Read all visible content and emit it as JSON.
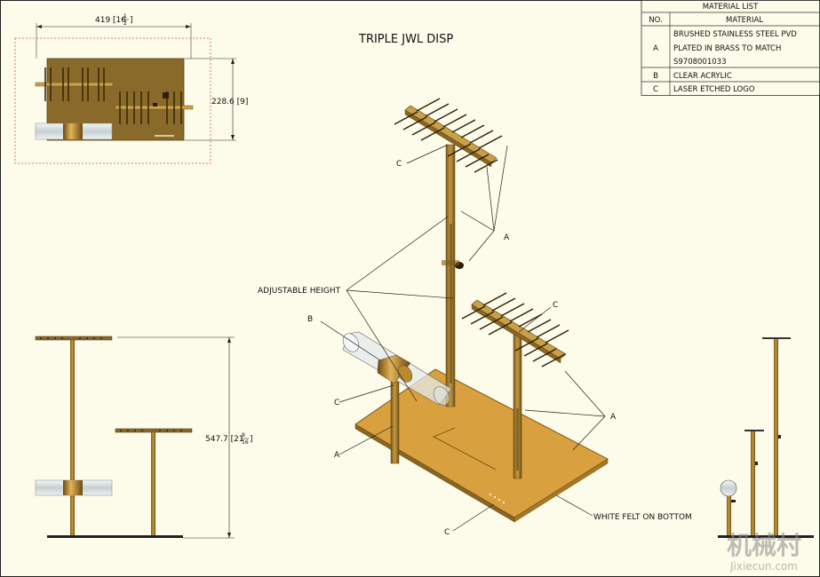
{
  "drawing": {
    "title": "TRIPLE JWL DISP",
    "labels": {
      "adjustable_height": "ADJUSTABLE HEIGHT",
      "white_felt": "WHITE FELT ON BOTTOM",
      "a": "A",
      "b": "B",
      "c": "C"
    },
    "dims": {
      "width_main": "419 [16",
      "width_frac_num": "1",
      "width_frac_den": "2",
      "width_close": "]",
      "depth": "228.6 [9]",
      "height_main": "547.7 [21",
      "height_frac_num": "9",
      "height_frac_den": "16",
      "height_close": "]"
    }
  },
  "material_list": {
    "title": "MATERIAL LIST",
    "col_no": "NO.",
    "col_material": "MATERIAL",
    "rows": [
      {
        "no": "A",
        "lines": [
          "BRUSHED STAINLESS STEEL PVD",
          "PLATED IN BRASS TO MATCH",
          "S9708001033"
        ]
      },
      {
        "no": "B",
        "lines": [
          "CLEAR ACRYLIC"
        ]
      },
      {
        "no": "C",
        "lines": [
          "LASER ETCHED LOGO"
        ]
      }
    ]
  },
  "watermark": {
    "cn": "机械村",
    "url": "Jixiecun.com"
  },
  "colors": {
    "brass": "#c69a3e",
    "brass_dark": "#7a5a1c",
    "base": "#d8a03e",
    "acrylic": "#dfe6e8",
    "background": "#fdfbe9"
  }
}
